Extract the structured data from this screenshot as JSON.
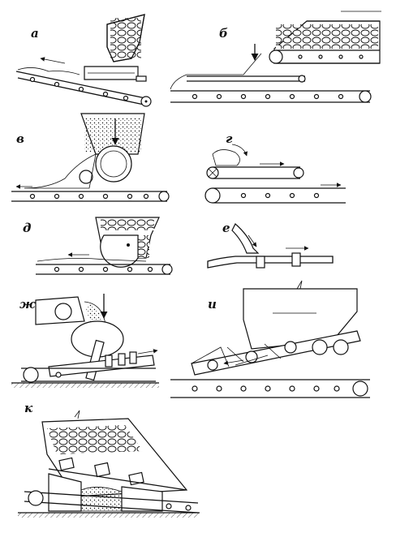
{
  "figure": {
    "panels": [
      {
        "id": "a",
        "label": "а"
      },
      {
        "id": "b",
        "label": "б"
      },
      {
        "id": "v",
        "label": "в"
      },
      {
        "id": "g",
        "label": "г"
      },
      {
        "id": "d",
        "label": "д"
      },
      {
        "id": "e",
        "label": "е"
      },
      {
        "id": "zh",
        "label": "ж"
      },
      {
        "id": "i",
        "label": "и"
      },
      {
        "id": "k",
        "label": "к"
      }
    ]
  }
}
